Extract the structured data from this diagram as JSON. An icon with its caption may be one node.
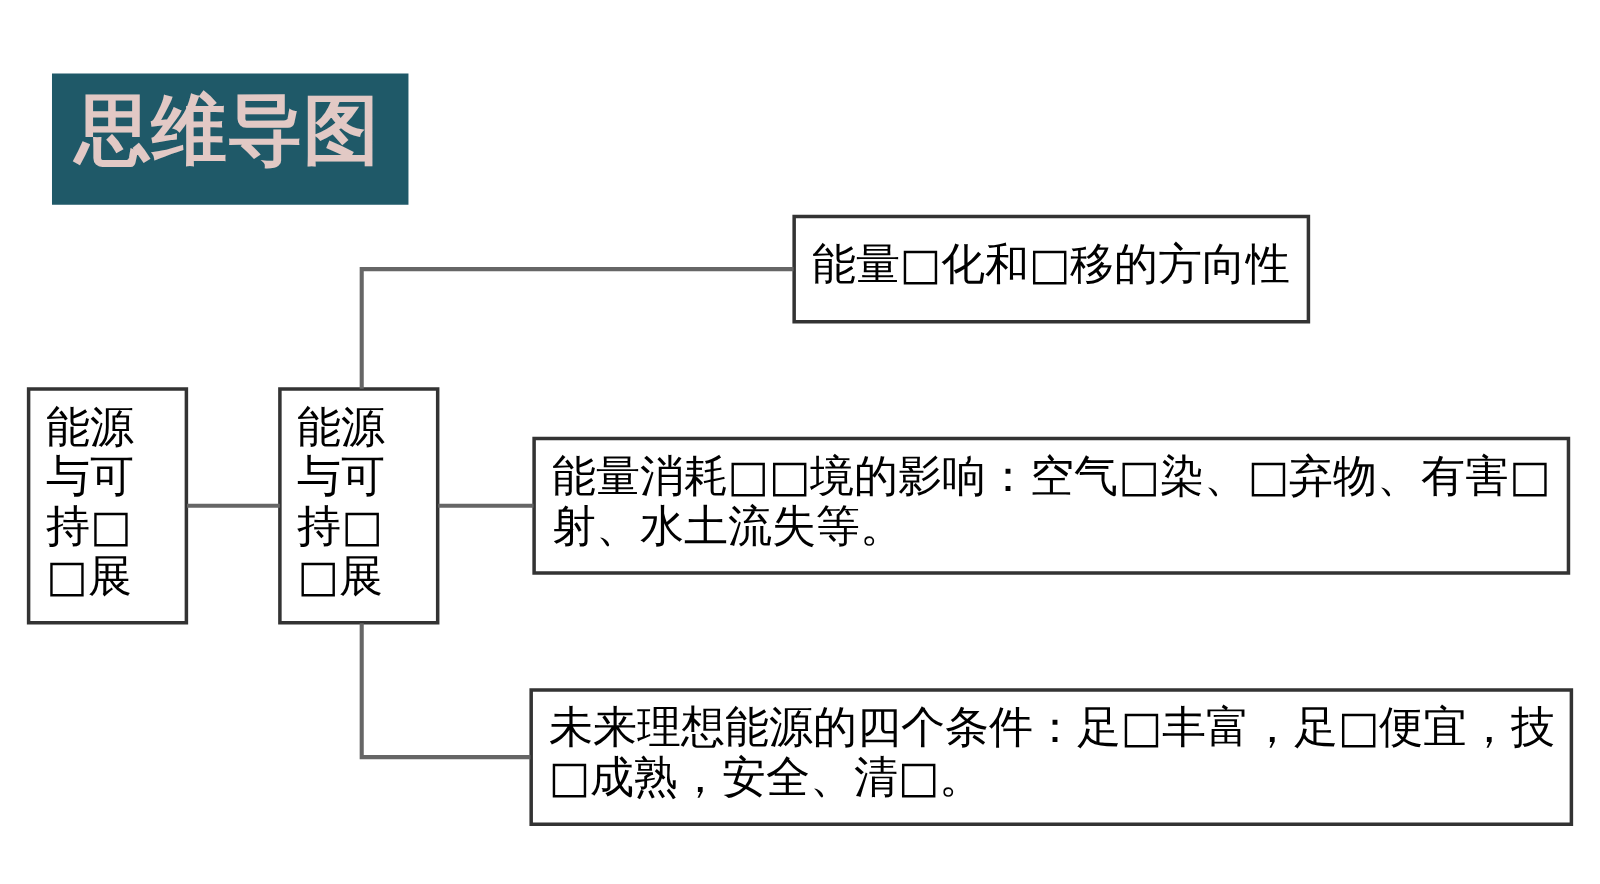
{
  "diagram": {
    "title": "思维导图",
    "nodes": [
      {
        "text": [
          "能源与可持□□展"
        ]
      },
      {
        "text": [
          "能源与可持□□展"
        ]
      },
      {
        "text": [
          "能量□化和□移的方向性"
        ]
      },
      {
        "text": [
          "能量消耗□□境的影响：空气□染、□弃物、有害□射、水土流失等。"
        ]
      },
      {
        "text": [
          "未来理想能源的四个条件：足□丰富，足□便宜，技□成熟，安全、清□。"
        ]
      }
    ],
    "edges": [
      {
        "from": 0,
        "to": 1,
        "arrow": "none"
      },
      {
        "from": 1,
        "to": 2,
        "arrow": "none"
      },
      {
        "from": 1,
        "to": 3,
        "arrow": "none"
      },
      {
        "from": 1,
        "to": 4,
        "arrow": "none"
      }
    ]
  }
}
